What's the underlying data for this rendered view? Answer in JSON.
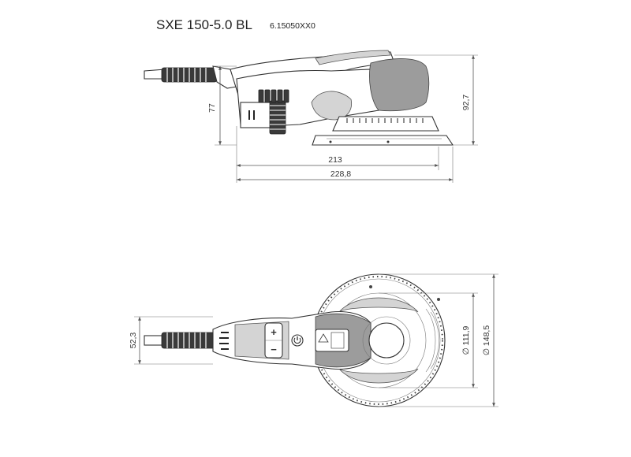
{
  "header": {
    "model": "SXE 150-5.0 BL",
    "article_number": "6.15050XX0"
  },
  "side_view": {
    "dim_height_body": "77",
    "dim_height_total": "92,7",
    "dim_length_inner": "213",
    "dim_length_total": "228,8"
  },
  "top_view": {
    "dim_width_handle": "52,3",
    "dim_diameter_inner": "∅ 111,9",
    "dim_diameter_outer": "∅ 148,5"
  },
  "colors": {
    "line": "#555555",
    "dark_part": "#3a3a3a",
    "grey_part": "#9c9c9c"
  }
}
